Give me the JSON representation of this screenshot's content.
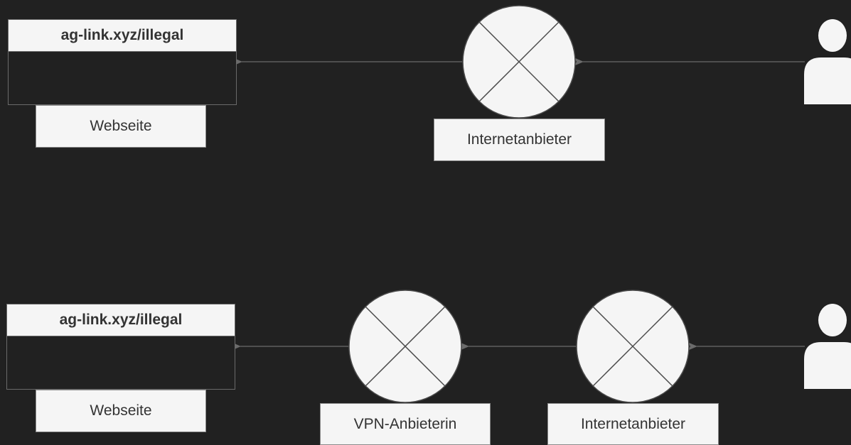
{
  "colors": {
    "background": "#212121",
    "node_fill": "#f5f5f5",
    "node_stroke": "#4a4a4a",
    "edge": "#6b6b6b",
    "text": "#333333"
  },
  "top_row": {
    "website_url": "ag-link.xyz/illegal",
    "website_label": "Webseite",
    "isp_label": "Internetanbieter",
    "isp_icon": "router-x-icon",
    "user_icon": "person-icon"
  },
  "bottom_row": {
    "website_url": "ag-link.xyz/illegal",
    "website_label": "Webseite",
    "vpn_label": "VPN-Anbieterin",
    "vpn_icon": "router-x-icon",
    "isp_label": "Internetanbieter",
    "isp_icon": "router-x-icon",
    "user_icon": "person-icon"
  }
}
